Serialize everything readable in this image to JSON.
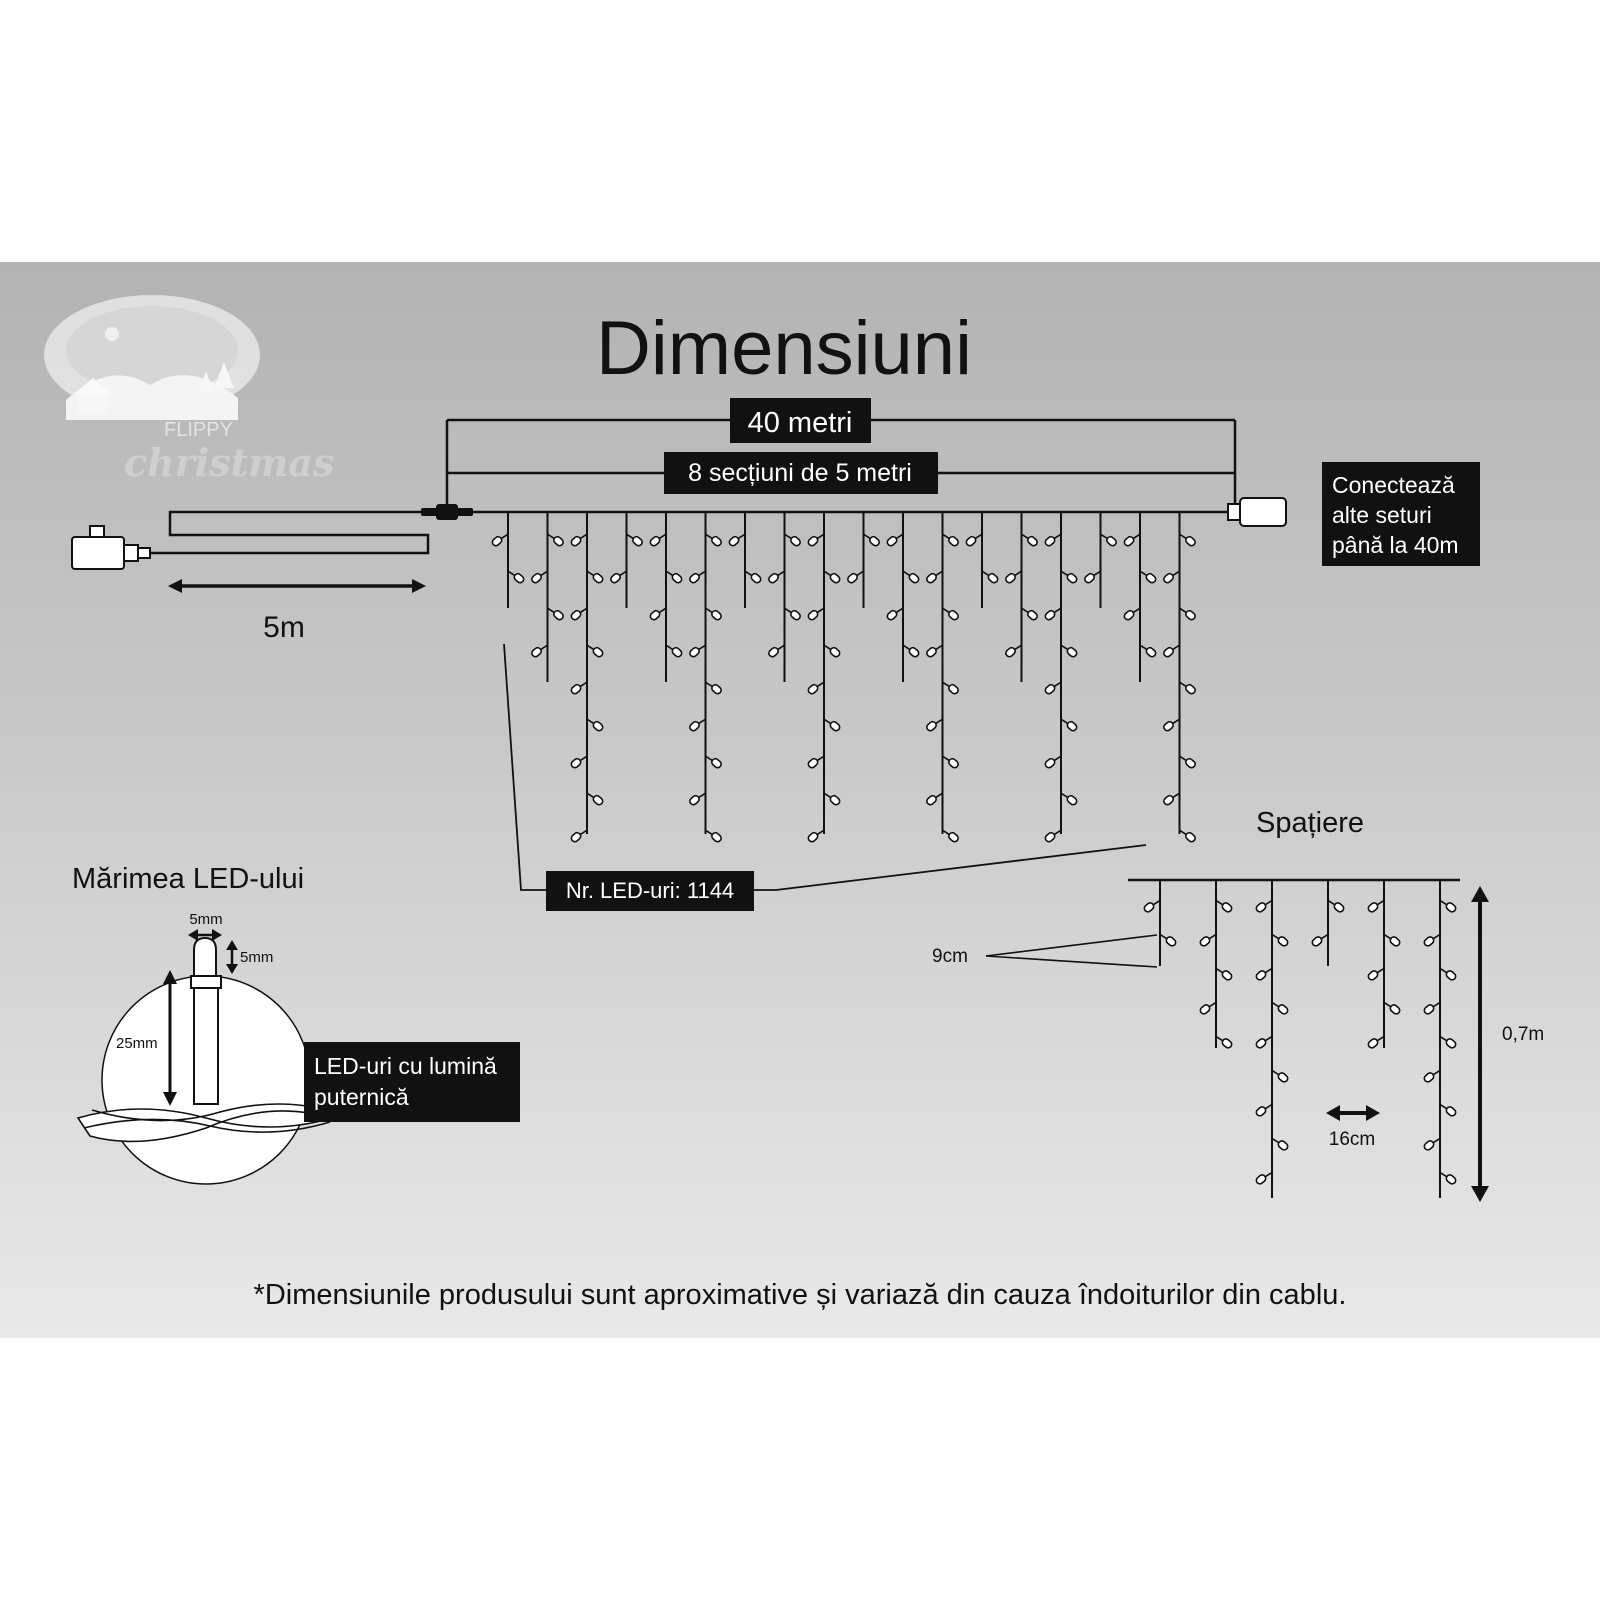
{
  "title": "Dimensiuni",
  "logo": {
    "brand_top": "FLIPPY",
    "brand_script": "christmas"
  },
  "dimensions": {
    "total_length": "40 metri",
    "sections": "8 secțiuni de 5 metri",
    "lead_cable": "5m",
    "connect_note_lines": [
      "Conectează",
      "alte seturi",
      "până la 40m"
    ],
    "led_count": "Nr. LED-uri: 1144"
  },
  "led_size": {
    "heading": "Mărimea LED-ului",
    "width": "5mm",
    "height": "5mm",
    "length": "25mm",
    "label_lines": [
      "LED-uri cu lumină",
      "puternică"
    ]
  },
  "spacing": {
    "heading": "Spațiere",
    "vertical_gap": "9cm",
    "horizontal_gap": "16cm",
    "drop_height": "0,7m"
  },
  "footnote": "*Dimensiunile produsului sunt aproximative și variază din cauza îndoiturilor din cablu."
}
